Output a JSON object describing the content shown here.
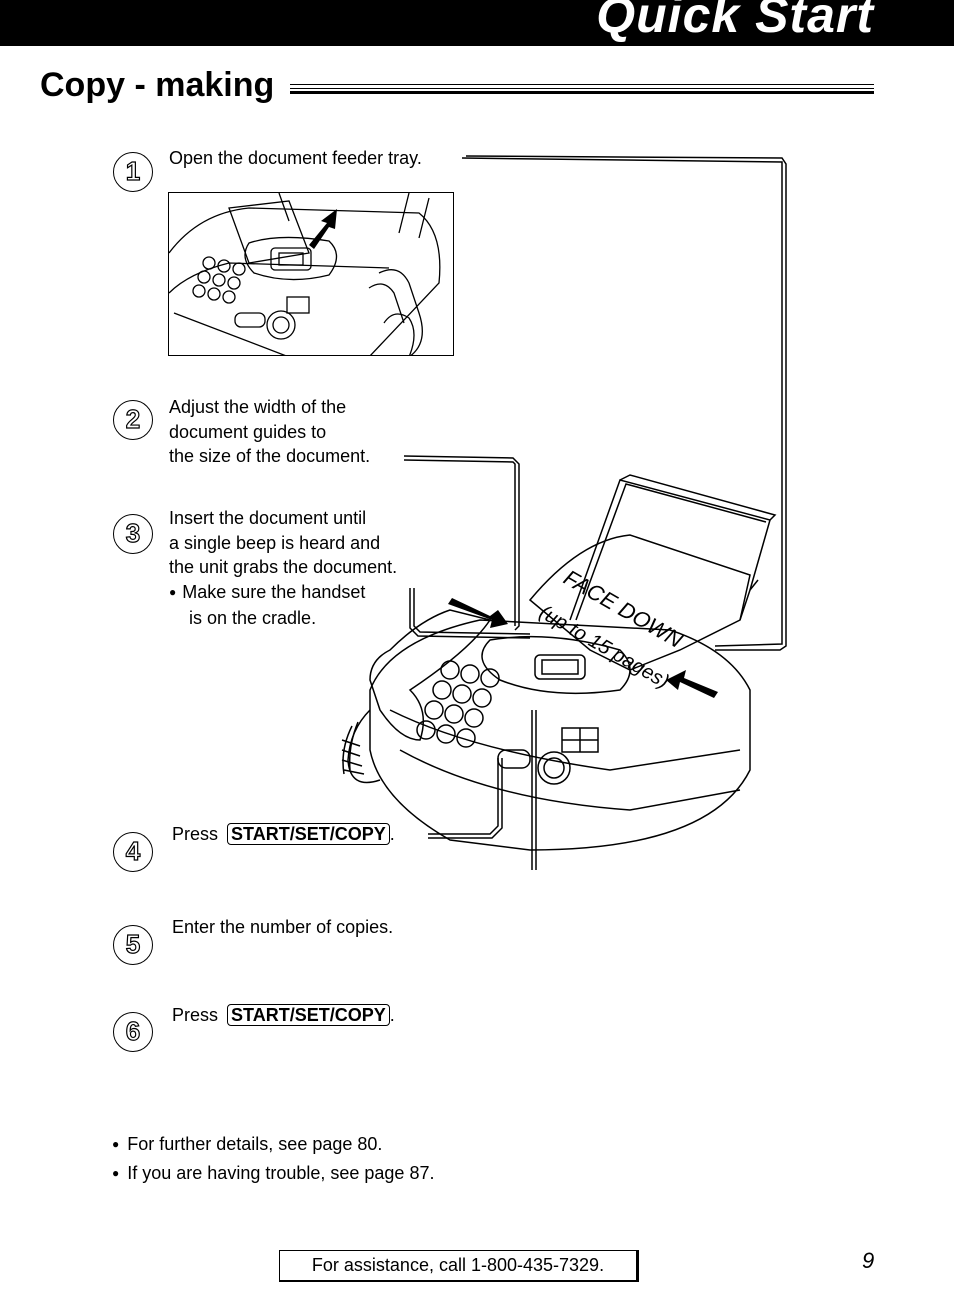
{
  "header": {
    "title": "Quick Start"
  },
  "section": {
    "title": "Copy - making"
  },
  "steps": {
    "s1": {
      "num": "1",
      "text": "Open the document feeder tray."
    },
    "s2": {
      "num": "2",
      "lines": [
        "Adjust the width of the",
        "document guides to",
        "the size of the document."
      ]
    },
    "s3": {
      "num": "3",
      "lines": [
        "Insert the document until",
        "a single beep is heard and",
        "the unit grabs the document."
      ],
      "bullet_lines": [
        "Make sure the handset",
        "is on the cradle."
      ]
    },
    "s4": {
      "num": "4",
      "prefix": "Press",
      "key": "START/SET/COPY",
      "suffix": "."
    },
    "s5": {
      "num": "5",
      "text": "Enter the number of copies."
    },
    "s6": {
      "num": "6",
      "prefix": "Press",
      "key": "START/SET/COPY",
      "suffix": "."
    }
  },
  "illustration": {
    "label_line1": "FACE DOWN",
    "label_line2": "(up to 15 pages)"
  },
  "notes": [
    "For further details, see page 80.",
    "If you are having trouble, see page 87."
  ],
  "footer": {
    "assistance": "For assistance, call 1-800-435-7329.",
    "page_number": "9"
  }
}
